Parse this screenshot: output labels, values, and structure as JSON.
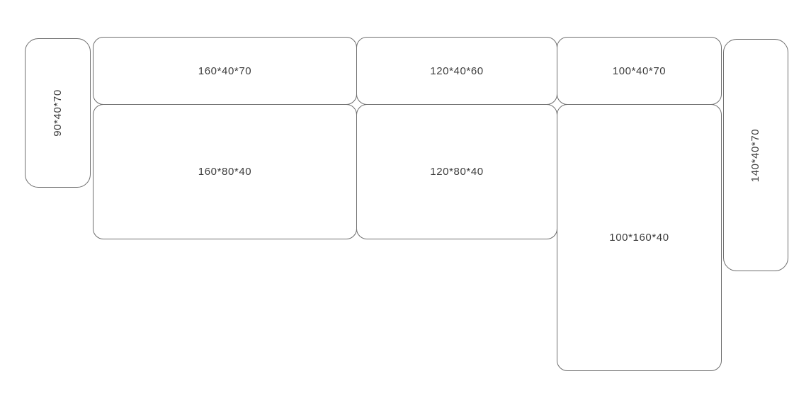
{
  "diagram": {
    "title": "sofa-module-dimensions",
    "background_color": "#ffffff",
    "line_color": "#6e6e6e",
    "text_color": "#3c3c3c",
    "modules": [
      {
        "name": "armrest-left",
        "label": "90*40*70",
        "orientation": "vertical"
      },
      {
        "name": "backrest-160",
        "label": "160*40*70",
        "orientation": "horizontal"
      },
      {
        "name": "backrest-120",
        "label": "120*40*60",
        "orientation": "horizontal"
      },
      {
        "name": "backrest-100",
        "label": "100*40*70",
        "orientation": "horizontal"
      },
      {
        "name": "armrest-right",
        "label": "140*40*70",
        "orientation": "vertical"
      },
      {
        "name": "seat-160",
        "label": "160*80*40",
        "orientation": "horizontal"
      },
      {
        "name": "seat-120",
        "label": "120*80*40",
        "orientation": "horizontal"
      },
      {
        "name": "chaise-100",
        "label": "100*160*40",
        "orientation": "horizontal"
      }
    ]
  }
}
